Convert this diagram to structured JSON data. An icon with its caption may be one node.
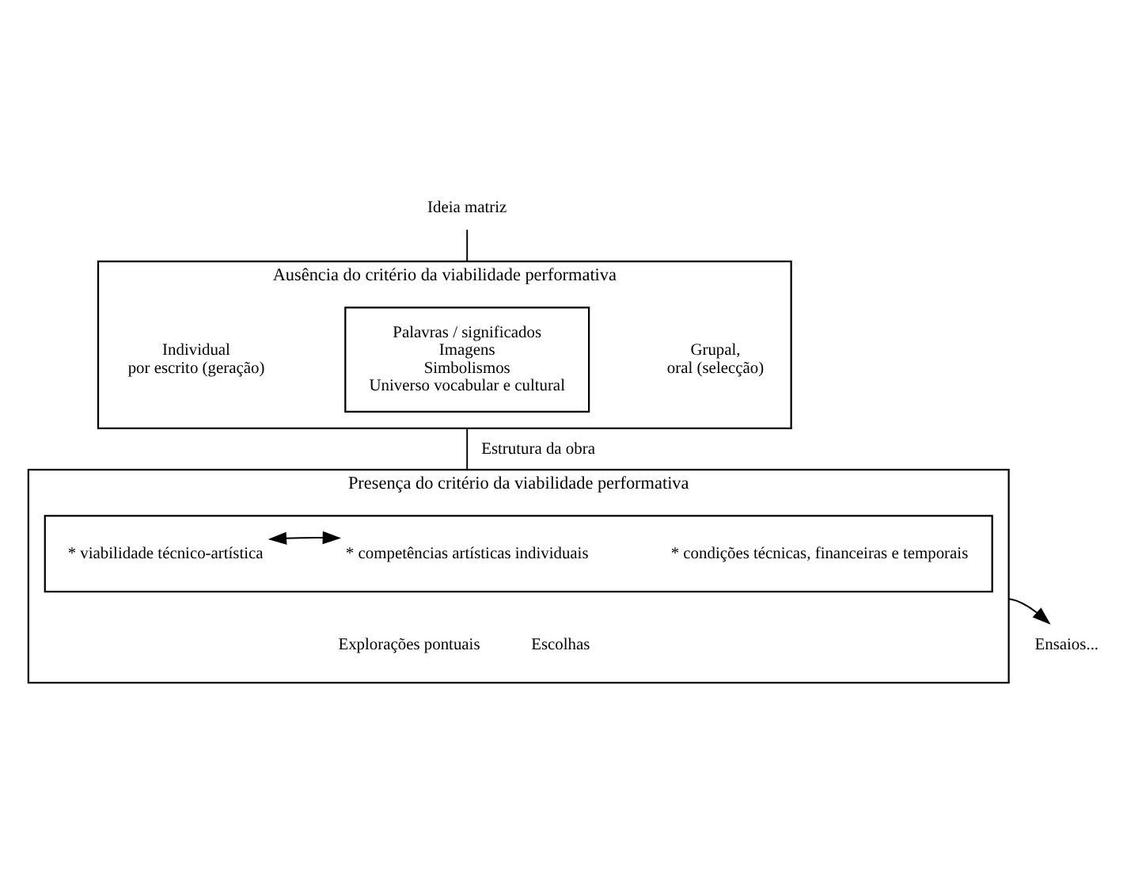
{
  "diagram": {
    "nodes": [
      {
        "text": [
          "Ideia matriz"
        ]
      },
      {
        "text": [
          "Ausência do critério da viabilidade performativa"
        ],
        "beside": [
          "Individual por escrito (geração)",
          "Grupal, oral (selecção)"
        ]
      },
      {
        "text": [
          "Palavras / significados",
          "Imagens",
          "Simbolismos",
          "Universo vocabular e cultural"
        ],
        "in": 1
      },
      {
        "text": [
          "Presença do critério da viabilidade performativa",
          "Explorações pontuais",
          "Escolhas"
        ]
      },
      {
        "text": [],
        "shape": "box",
        "in": 3
      },
      {
        "text": [
          "* viabilidade técnico-artística"
        ],
        "in": 4
      },
      {
        "text": [
          "* competências artísticas individuais"
        ],
        "in": 4
      },
      {
        "text": [
          "* condições técnicas, financeiras e temporais"
        ],
        "in": 4
      },
      {
        "text": [
          "Ensaios..."
        ]
      }
    ],
    "edges": [
      {
        "from": 0,
        "to": 1,
        "arrow": "none"
      },
      {
        "from": 1,
        "to": 3,
        "arrow": "none",
        "label": "Estrutura da obra"
      },
      {
        "from": 3,
        "to": 8,
        "arrow": "to"
      },
      {
        "from": 5,
        "to": 6,
        "arrow": "both"
      }
    ]
  }
}
